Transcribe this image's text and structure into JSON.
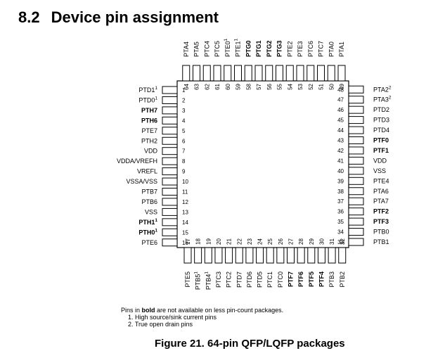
{
  "section": {
    "number": "8.2",
    "title": "Device pin assignment"
  },
  "left_pins": [
    {
      "num": "1",
      "name": "PTD1",
      "sup": "1",
      "bold": false
    },
    {
      "num": "2",
      "name": "PTD0",
      "sup": "1",
      "bold": false
    },
    {
      "num": "3",
      "name": "PTH7",
      "sup": "",
      "bold": true
    },
    {
      "num": "4",
      "name": "PTH6",
      "sup": "",
      "bold": true
    },
    {
      "num": "5",
      "name": "PTE7",
      "sup": "",
      "bold": false
    },
    {
      "num": "6",
      "name": "PTH2",
      "sup": "",
      "bold": false
    },
    {
      "num": "7",
      "name": "VDD",
      "sup": "",
      "bold": false
    },
    {
      "num": "8",
      "name": "VDDA/VREFH",
      "sup": "",
      "bold": false
    },
    {
      "num": "9",
      "name": "VREFL",
      "sup": "",
      "bold": false
    },
    {
      "num": "10",
      "name": "VSSA/VSS",
      "sup": "",
      "bold": false
    },
    {
      "num": "11",
      "name": "PTB7",
      "sup": "",
      "bold": false
    },
    {
      "num": "12",
      "name": "PTB6",
      "sup": "",
      "bold": false
    },
    {
      "num": "13",
      "name": "VSS",
      "sup": "",
      "bold": false
    },
    {
      "num": "14",
      "name": "PTH1",
      "sup": "1",
      "bold": true
    },
    {
      "num": "15",
      "name": "PTH0",
      "sup": "1",
      "bold": true
    },
    {
      "num": "16",
      "name": "PTE6",
      "sup": "",
      "bold": false
    }
  ],
  "bottom_pins": [
    {
      "num": "17",
      "name": "PTE5",
      "sup": "",
      "bold": false
    },
    {
      "num": "18",
      "name": "PTB5",
      "sup": "1",
      "bold": false
    },
    {
      "num": "19",
      "name": "PTB4",
      "sup": "1",
      "bold": false
    },
    {
      "num": "20",
      "name": "PTC3",
      "sup": "",
      "bold": false
    },
    {
      "num": "21",
      "name": "PTC2",
      "sup": "",
      "bold": false
    },
    {
      "num": "22",
      "name": "PTD7",
      "sup": "",
      "bold": false
    },
    {
      "num": "23",
      "name": "PTD6",
      "sup": "",
      "bold": false
    },
    {
      "num": "24",
      "name": "PTD5",
      "sup": "",
      "bold": false
    },
    {
      "num": "25",
      "name": "PTC1",
      "sup": "",
      "bold": false
    },
    {
      "num": "26",
      "name": "PTC0",
      "sup": "",
      "bold": false
    },
    {
      "num": "27",
      "name": "PTF7",
      "sup": "",
      "bold": true
    },
    {
      "num": "28",
      "name": "PTF6",
      "sup": "",
      "bold": true
    },
    {
      "num": "29",
      "name": "PTF5",
      "sup": "",
      "bold": true
    },
    {
      "num": "30",
      "name": "PTF4",
      "sup": "",
      "bold": true
    },
    {
      "num": "31",
      "name": "PTB3",
      "sup": "",
      "bold": false
    },
    {
      "num": "32",
      "name": "PTB2",
      "sup": "",
      "bold": false
    }
  ],
  "right_pins": [
    {
      "num": "33",
      "name": "PTB1",
      "sup": "",
      "bold": false
    },
    {
      "num": "34",
      "name": "PTB0",
      "sup": "",
      "bold": false
    },
    {
      "num": "35",
      "name": "PTF3",
      "sup": "",
      "bold": true
    },
    {
      "num": "36",
      "name": "PTF2",
      "sup": "",
      "bold": true
    },
    {
      "num": "37",
      "name": "PTA7",
      "sup": "",
      "bold": false
    },
    {
      "num": "38",
      "name": "PTA6",
      "sup": "",
      "bold": false
    },
    {
      "num": "39",
      "name": "PTE4",
      "sup": "",
      "bold": false
    },
    {
      "num": "40",
      "name": "VSS",
      "sup": "",
      "bold": false
    },
    {
      "num": "41",
      "name": "VDD",
      "sup": "",
      "bold": false
    },
    {
      "num": "42",
      "name": "PTF1",
      "sup": "",
      "bold": true
    },
    {
      "num": "43",
      "name": "PTF0",
      "sup": "",
      "bold": true
    },
    {
      "num": "44",
      "name": "PTD4",
      "sup": "",
      "bold": false
    },
    {
      "num": "45",
      "name": "PTD3",
      "sup": "",
      "bold": false
    },
    {
      "num": "46",
      "name": "PTD2",
      "sup": "",
      "bold": false
    },
    {
      "num": "47",
      "name": "PTA3",
      "sup": "2",
      "bold": false
    },
    {
      "num": "48",
      "name": "PTA2",
      "sup": "2",
      "bold": false
    }
  ],
  "top_pins": [
    {
      "num": "49",
      "name": "PTA1",
      "sup": "",
      "bold": false
    },
    {
      "num": "50",
      "name": "PTA0",
      "sup": "",
      "bold": false
    },
    {
      "num": "51",
      "name": "PTC7",
      "sup": "",
      "bold": false
    },
    {
      "num": "52",
      "name": "PTC6",
      "sup": "",
      "bold": false
    },
    {
      "num": "53",
      "name": "PTE3",
      "sup": "",
      "bold": false
    },
    {
      "num": "54",
      "name": "PTE2",
      "sup": "",
      "bold": false
    },
    {
      "num": "55",
      "name": "PTG3",
      "sup": "",
      "bold": true
    },
    {
      "num": "56",
      "name": "PTG2",
      "sup": "",
      "bold": true
    },
    {
      "num": "57",
      "name": "PTG1",
      "sup": "",
      "bold": true
    },
    {
      "num": "58",
      "name": "PTG0",
      "sup": "",
      "bold": true
    },
    {
      "num": "59",
      "name": "PTE1",
      "sup": "1",
      "bold": false
    },
    {
      "num": "60",
      "name": "PTE0",
      "sup": "1",
      "bold": false
    },
    {
      "num": "61",
      "name": "PTC5",
      "sup": "",
      "bold": false
    },
    {
      "num": "62",
      "name": "PTC4",
      "sup": "",
      "bold": false
    },
    {
      "num": "63",
      "name": "PTA5",
      "sup": "",
      "bold": false
    },
    {
      "num": "64",
      "name": "PTA4",
      "sup": "",
      "bold": false
    }
  ],
  "notes": {
    "intro_before": "Pins in ",
    "intro_bold": "bold",
    "intro_after": " are not available on less pin-count packages.",
    "note1": "1. High source/sink current pins",
    "note2": "2. True open drain pins"
  },
  "caption": "Figure 21. 64-pin QFP/LQFP packages"
}
